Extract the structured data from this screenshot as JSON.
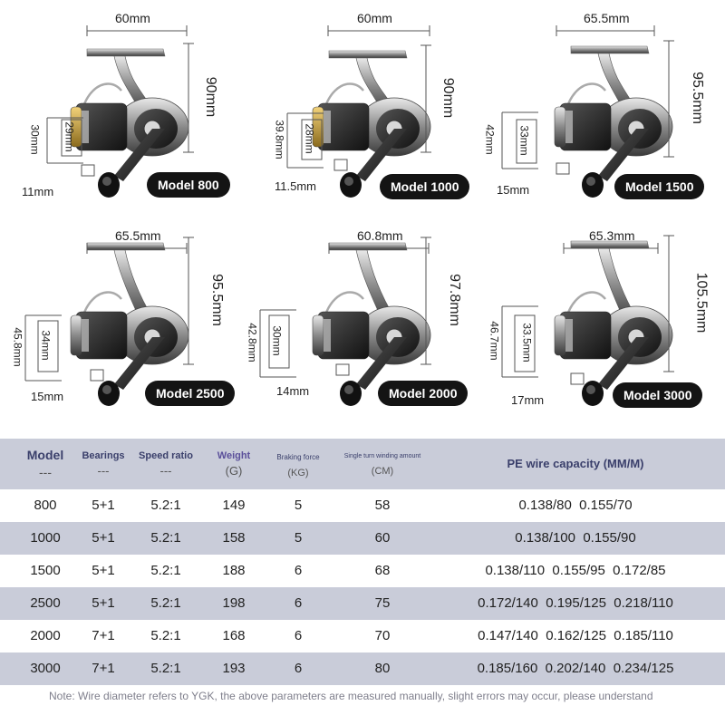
{
  "reels": [
    {
      "width": "60mm",
      "height": "90mm",
      "spool_outer": "30mm",
      "spool_inner": "29mm",
      "depth": "11mm",
      "model": "Model 800"
    },
    {
      "width": "60mm",
      "height": "90mm",
      "spool_outer": "39.8mm",
      "spool_inner": "28mm",
      "depth": "11.5mm",
      "model": "Model 1000"
    },
    {
      "width": "65.5mm",
      "height": "95.5mm",
      "spool_outer": "42mm",
      "spool_inner": "33mm",
      "depth": "15mm",
      "model": "Model 1500"
    },
    {
      "width": "65.5mm",
      "height": "95.5mm",
      "spool_outer": "45.8mm",
      "spool_inner": "34mm",
      "depth": "15mm",
      "model": "Model 2500"
    },
    {
      "width": "60.8mm",
      "height": "97.8mm",
      "spool_outer": "42.8mm",
      "spool_inner": "30mm",
      "depth": "14mm",
      "model": "Model 2000"
    },
    {
      "width": "65.3mm",
      "height": "105.5mm",
      "spool_outer": "46.7mm",
      "spool_inner": "33.5mm",
      "depth": "17mm",
      "model": "Model 3000"
    }
  ],
  "table": {
    "headers": [
      {
        "label": "Model",
        "sub": "---"
      },
      {
        "label": "Bearings",
        "sub": "---"
      },
      {
        "label": "Speed ratio",
        "sub": "---"
      },
      {
        "label": "Weight",
        "sub": "(G)"
      },
      {
        "label": "Braking force",
        "sub": "(KG)"
      },
      {
        "label": "Single turn winding amount",
        "sub": "(CM)"
      },
      {
        "label": "PE wire capacity (MM/M)",
        "sub": ""
      }
    ],
    "rows": [
      [
        "800",
        "5+1",
        "5.2:1",
        "149",
        "5",
        "58",
        "0.138/80  0.155/70"
      ],
      [
        "1000",
        "5+1",
        "5.2:1",
        "158",
        "5",
        "60",
        "0.138/100  0.155/90"
      ],
      [
        "1500",
        "5+1",
        "5.2:1",
        "188",
        "6",
        "68",
        "0.138/110  0.155/95  0.172/85"
      ],
      [
        "2500",
        "5+1",
        "5.2:1",
        "198",
        "6",
        "75",
        "0.172/140  0.195/125  0.218/110"
      ],
      [
        "2000",
        "7+1",
        "5.2:1",
        "168",
        "6",
        "70",
        "0.147/140  0.162/125  0.185/110"
      ],
      [
        "3000",
        "7+1",
        "5.2:1",
        "193",
        "6",
        "80",
        "0.185/160  0.202/140  0.234/125"
      ]
    ]
  },
  "note": "Note: Wire diameter refers to YGK, the above parameters are measured manually, slight errors may occur, please understand",
  "colors": {
    "row_band": "#c9ccd9",
    "header_text": "#3a3f6b",
    "weight_header": "#5a4f9a",
    "badge": "#141414"
  },
  "icons": [
    "spinning-reel-icon"
  ]
}
